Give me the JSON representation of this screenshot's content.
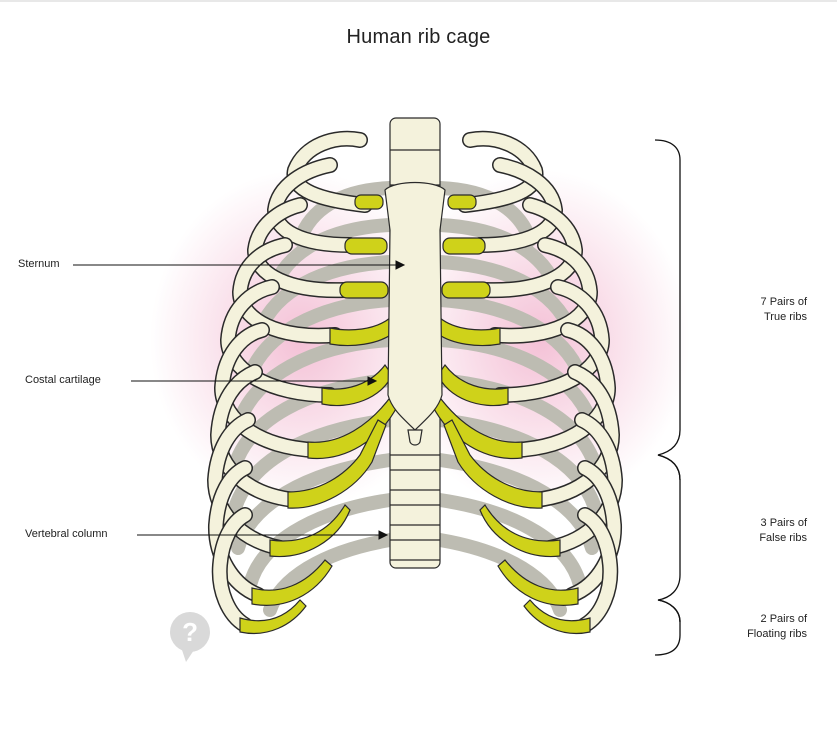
{
  "title": "Human rib cage",
  "labels": {
    "sternum": "Sternum",
    "costal_cartilage": "Costal cartilage",
    "vertebral_column": "Vertebral column"
  },
  "groups": {
    "true_ribs": {
      "line1": "7 Pairs of",
      "line2": "True ribs"
    },
    "false_ribs": {
      "line1": "3 Pairs of",
      "line2": "False ribs"
    },
    "floating_ribs": {
      "line1": "2 Pairs of",
      "line2": "Floating ribs"
    }
  },
  "colors": {
    "bone": "#f4f2dc",
    "bone_shade": "#bdbcb2",
    "cartilage": "#cfd21a",
    "outline": "#2a2a2a",
    "glow": "#f2b6cf"
  },
  "watermark": {
    "icon": "question-mark-logo"
  }
}
